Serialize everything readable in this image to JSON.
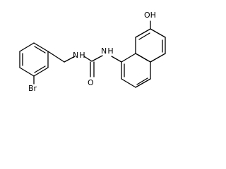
{
  "molecule": {
    "atoms": {
      "br": "Br",
      "nh_left": "N H",
      "nh_right": "N H",
      "o": "O",
      "oh": "OH"
    }
  },
  "colors": {
    "background": "#ffffff",
    "bond": "#000000",
    "label": "#000000"
  }
}
